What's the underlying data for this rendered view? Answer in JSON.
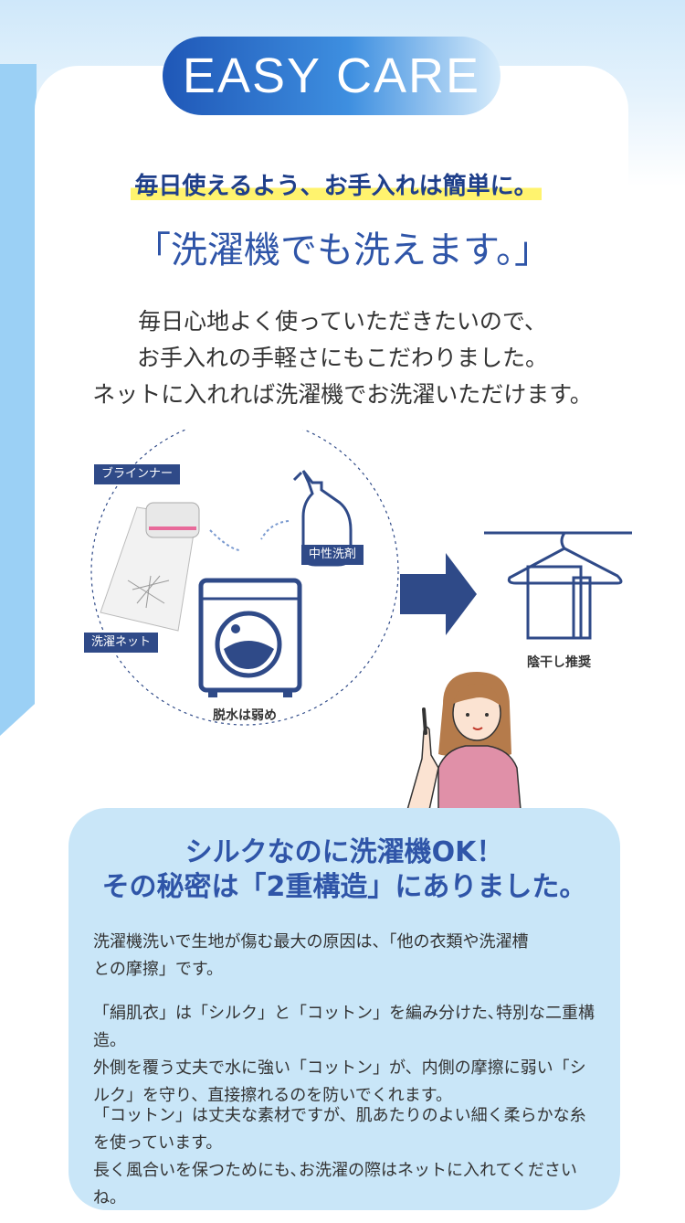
{
  "header": {
    "badge": "EASY CARE"
  },
  "lead": "毎日使えるよう、お手入れは簡単に。",
  "headline": "「洗濯機でも洗えます。」",
  "intro": [
    "毎日心地よく使っていただきたいので、",
    "お手入れの手軽さにもこだわりました。",
    "ネットに入れれば洗濯機でお洗濯いただけます。"
  ],
  "diagram": {
    "label_bra": "ブラインナー",
    "label_detergent": "中性洗剤",
    "label_net": "洗濯ネット",
    "caption_spin": "脱水は弱め",
    "caption_dry": "陰干し推奨"
  },
  "colors": {
    "navy": "#2f4a88",
    "accent_blue": "#2f55a8",
    "highlight": "#fff36e",
    "info_bg": "#c9e6f8"
  },
  "info": {
    "heading": [
      "シルクなのに洗濯機OK！",
      "その秘密は「2重構造」にありました。"
    ],
    "paragraphs": [
      [
        "洗濯機洗いで生地が傷む最大の原因は、「他の衣類や洗濯槽",
        "との摩擦」です。"
      ],
      [
        "「絹肌衣」は「シルク」と「コットン」を編み分けた､特別な二重構造。",
        "外側を覆う丈夫で水に強い「コットン」が、内側の摩擦に弱い「シ",
        "ルク」を守り、直接擦れるのを防いでくれます。"
      ],
      [
        "「コットン」は丈夫な素材ですが、肌あたりのよい細く柔らかな糸",
        "を使っています。",
        "長く風合いを保つためにも､お洗濯の際はネットに入れてくださいね。"
      ]
    ]
  }
}
